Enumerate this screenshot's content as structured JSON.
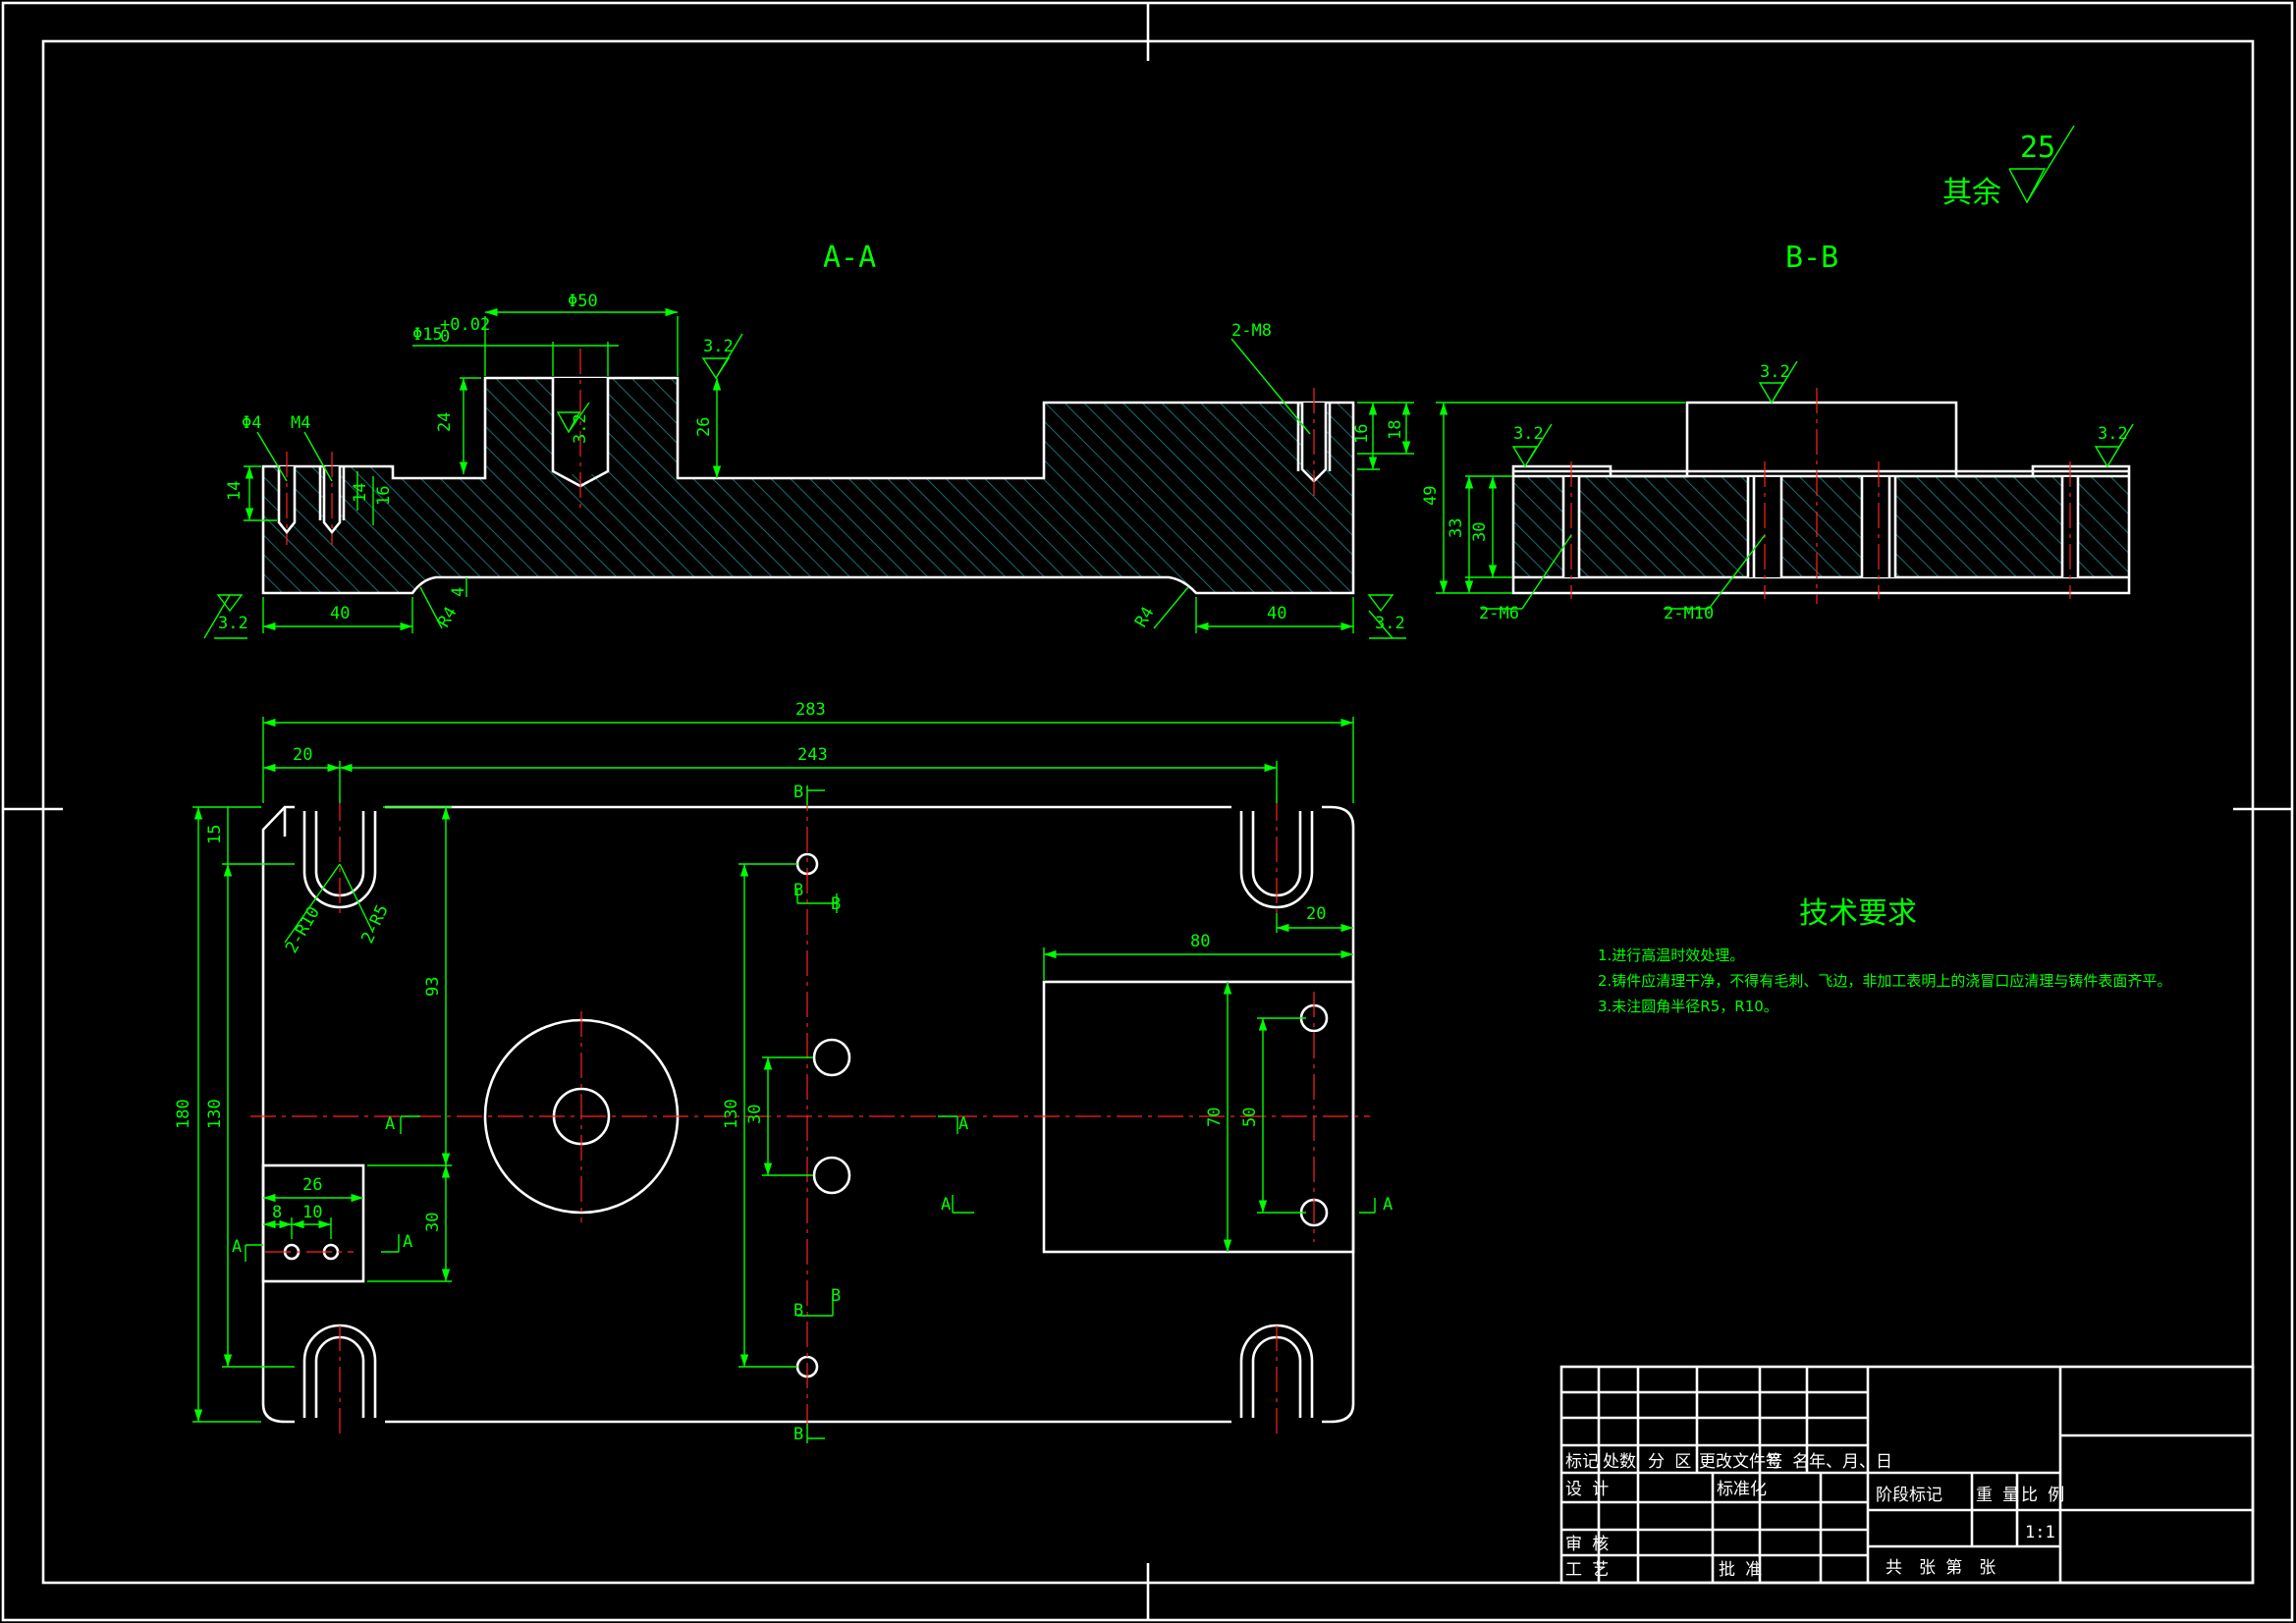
{
  "colors": {
    "background": "#000000",
    "outline": "#ffffff",
    "dimension": "#00ff00",
    "centerline": "#ff2020",
    "hatch": "#1a8a8a"
  },
  "views": {
    "section_aa": "A-A",
    "section_bb": "B-B"
  },
  "roughness": {
    "other_label": "其余",
    "other_value": "25",
    "value": "3.2"
  },
  "section_aa": {
    "phi50": "Φ50",
    "phi15": "Φ15",
    "phi15_tol": "+0.02",
    "phi15_tol2": "0",
    "hole_thread": "2-M8",
    "phi4": "Φ4",
    "m4": "M4",
    "d14": "14",
    "d14b": "14",
    "d16": "16",
    "d24": "24",
    "d26": "26",
    "d16r": "16",
    "d18": "18",
    "d40l": "40",
    "d40r": "40",
    "d4": "4",
    "r4a": "R4",
    "r4b": "R4"
  },
  "section_bb": {
    "d49": "49",
    "d33": "33",
    "d30": "30",
    "m6": "2-M6",
    "m10": "2-M10"
  },
  "plan": {
    "d283": "283",
    "d20top": "20",
    "d243": "243",
    "d180": "180",
    "d130": "130",
    "d15": "15",
    "d93": "93",
    "r10": "2-R10",
    "r5": "2-R5",
    "d20right": "20",
    "d80": "80",
    "d70": "70",
    "d50": "50",
    "d130b": "130",
    "d30": "30",
    "d26": "26",
    "d8": "8",
    "d10": "10",
    "d30b": "30",
    "lbl_a": "A",
    "lbl_b": "B"
  },
  "tech": {
    "title": "技术要求",
    "lines": [
      "1.进行高温时效处理。",
      "2.铸件应清理干净，不得有毛刺、飞边，非加工表明上的浇冒口应清理与铸件表面齐平。",
      "3.未注圆角半径R5，R10。"
    ]
  },
  "title_block": {
    "h_mark": "标记",
    "h_count": "处数",
    "h_zone": "分 区",
    "h_doc": "更改文件号",
    "h_sign": "签 名",
    "h_date": "年、月、日",
    "design": "设 计",
    "standard": "标准化",
    "review": "审 核",
    "process": "工 艺",
    "approve": "批 准",
    "stage": "阶段标记",
    "weight": "重 量",
    "ratio": "比 例",
    "ratio_value": "1:1",
    "sheets": "共　张 第　张"
  }
}
